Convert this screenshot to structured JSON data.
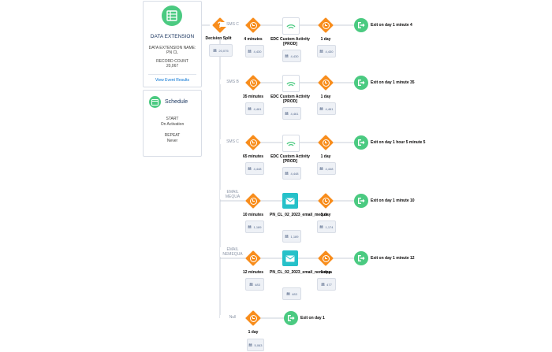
{
  "entry": {
    "title": "DATA EXTENSION",
    "name_label": "DATA EXTENSION NAME:",
    "name_value": "PN CL",
    "count_label": "RECORD COUNT",
    "count_value": "20,067",
    "events_link": "View Event Results"
  },
  "schedule": {
    "title": "Schedule",
    "start_label": "START",
    "start_value": "On Activation",
    "repeat_label": "REPEAT",
    "repeat_value": "Never"
  },
  "split": {
    "label": "Decision Split",
    "count": "20,075"
  },
  "paths": [
    {
      "name": "SMS C",
      "wait1": "4 minutes",
      "wait1_count": "4,430",
      "activity": "EDC Custom Activity [PROD]",
      "activity_count": "4,430",
      "wait2": "1 day",
      "wait2_count": "4,430",
      "exit": "Exit on day 1 minute 4"
    },
    {
      "name": "SMS B",
      "wait1": "35 minutes",
      "wait1_count": "4,461",
      "activity": "EDC Custom Activity [PROD]",
      "activity_count": "4,461",
      "wait2": "1 day",
      "wait2_count": "4,461",
      "exit": "Exit on day 1 minute 35"
    },
    {
      "name": "SMS C",
      "wait1": "65 minutes",
      "wait1_count": "4,448",
      "activity": "EDC Custom Activity [PROD]",
      "activity_count": "4,448",
      "wait2": "1 day",
      "wait2_count": "4,448",
      "exit": "Exit on day 1 hour 5 minute 5"
    },
    {
      "name": "EMAIL MEQUA",
      "wait1": "10 minutes",
      "wait1_count": "1,189",
      "activity": "PN_CL_02_2023_email_mequa",
      "activity_count": "1,189",
      "wait2": "1 day",
      "wait2_count": "1,174",
      "exit": "Exit on day 1 minute 10"
    },
    {
      "name": "EMAIL NEMEQUA",
      "wait1": "12 minutes",
      "wait1_count": "483",
      "activity": "PN_CL_02_2023_email_nemequa",
      "activity_count": "483",
      "wait2": "1 day",
      "wait2_count": "477",
      "exit": "Exit on day 1 minute 12"
    },
    {
      "name": "Null",
      "wait1": "1 day",
      "wait1_count": "5,063",
      "exit": "Exit on day 1"
    }
  ]
}
